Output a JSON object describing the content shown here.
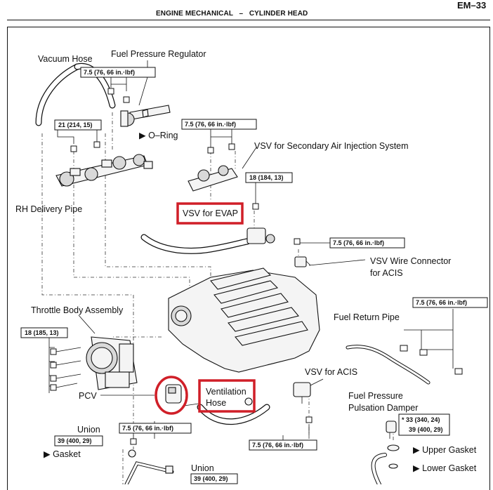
{
  "header": {
    "section": "ENGINE MECHANICAL",
    "separator": "–",
    "subsection": "CYLINDER HEAD",
    "page": "EM–33"
  },
  "parts": {
    "vacuum_hose": "Vacuum Hose",
    "fuel_pressure_regulator": "Fuel Pressure Regulator",
    "o_ring": "▶ O–Ring",
    "rh_delivery_pipe": "RH Delivery Pipe",
    "vsv_secondary_air": "VSV for Secondary Air Injection System",
    "vsv_evap": "VSV for EVAP",
    "vsv_wire_connector_1": "VSV Wire Connector",
    "vsv_wire_connector_2": "for ACIS",
    "throttle_body": "Throttle Body Assembly",
    "fuel_return_pipe": "Fuel Return Pipe",
    "vsv_acis": "VSV for ACIS",
    "pcv": "PCV",
    "ventilation_hose_1": "Ventilation",
    "ventilation_hose_2": "Hose",
    "fuel_pulsation_1": "Fuel Pressure",
    "fuel_pulsation_2": "Pulsation Damper",
    "union_left": "Union",
    "gasket": "▶ Gasket",
    "union_mid": "Union",
    "upper_gasket": "▶ Upper Gasket",
    "lower_gasket": "▶ Lower Gasket"
  },
  "torque": {
    "t_reg": "7.5 (76, 66 in.·lbf)",
    "t_21": "21 (214, 15)",
    "t_vsv_air": "7.5 (76, 66 in.·lbf)",
    "t_18_184": "18 (184, 13)",
    "t_wire": "7.5 (76, 66 in.·lbf)",
    "t_return": "7.5 (76, 66 in.·lbf)",
    "t_18_185": "18 (185, 13)",
    "t_damper_1": "* 33 (340, 24)",
    "t_damper_2": "39 (400, 29)",
    "t_acis_bottom": "7.5 (76, 66 in.·lbf)",
    "t_union_l_1": "7.5 (76, 66 in.·lbf)",
    "t_union_l_2": "39 (400, 29)",
    "t_union_m": "39 (400, 29)"
  },
  "colors": {
    "highlight": "#d01f28",
    "line": "#111111"
  }
}
